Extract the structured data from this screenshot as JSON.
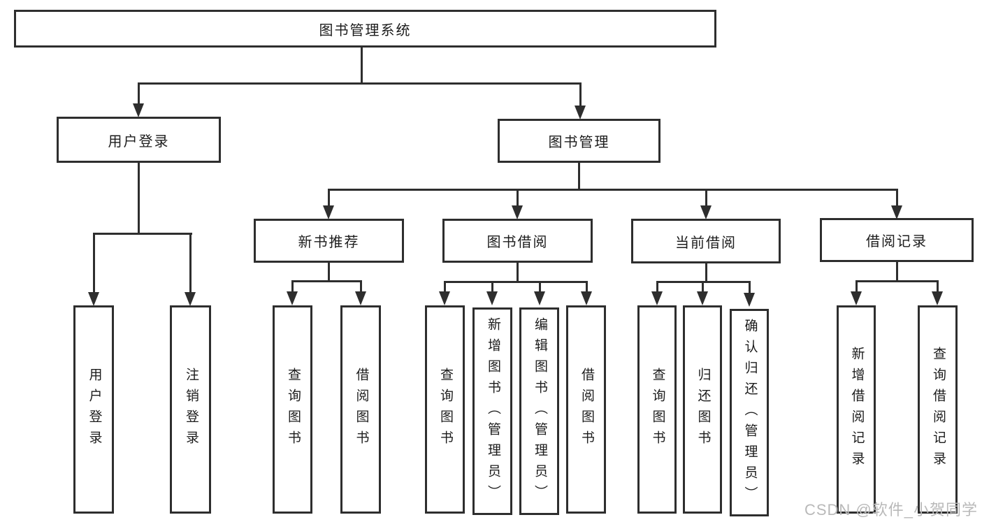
{
  "diagram": {
    "tree": {
      "root": {
        "label": "图书管理系统"
      },
      "children": [
        {
          "label": "用户登录",
          "children": [
            {
              "label": "用户登录"
            },
            {
              "label": "注销登录"
            }
          ]
        },
        {
          "label": "图书管理",
          "children": [
            {
              "label": "新书推荐",
              "children": [
                {
                  "label": "查询图书"
                },
                {
                  "label": "借阅图书"
                }
              ]
            },
            {
              "label": "图书借阅",
              "children": [
                {
                  "label": "查询图书"
                },
                {
                  "label": "新增图书（管理员）"
                },
                {
                  "label": "编辑图书（管理员）"
                },
                {
                  "label": "借阅图书"
                }
              ]
            },
            {
              "label": "当前借阅",
              "children": [
                {
                  "label": "查询图书"
                },
                {
                  "label": "归还图书"
                },
                {
                  "label": "确认归还（管理员）"
                }
              ]
            },
            {
              "label": "借阅记录",
              "children": [
                {
                  "label": "新增借阅记录"
                },
                {
                  "label": "查询借阅记录"
                }
              ]
            }
          ]
        }
      ]
    },
    "colors": {
      "box_border": "#2e2e2e",
      "connector_line": "#2e2e2e",
      "box_fill": "#ffffff",
      "text": "#1c1c1c",
      "watermark_text": "#b9b9b9",
      "background": "#ffffff"
    },
    "watermark": {
      "text": "CSDN @软件_小贺同学"
    }
  }
}
